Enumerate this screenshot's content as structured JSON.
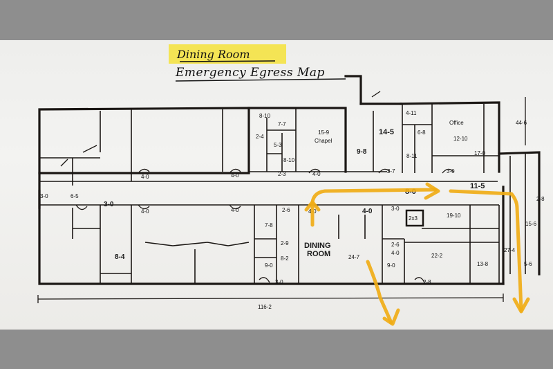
{
  "title": "Dining Room",
  "subtitle": "Emergency Egress Map",
  "room_names": {
    "chapel": "Chapel",
    "office": "Office",
    "dining_line1": "DINING",
    "dining_line2": "ROOM",
    "storage": "2x3"
  },
  "dimensions": {
    "d_8_10_top": "8-10",
    "d_7_7": "7-7",
    "d_2_4": "2-4",
    "d_5_3": "5-3",
    "d_8_10_mid": "8-10",
    "d_2_3": "2-3",
    "d_15_9": "15-9",
    "d_4_0_chapel": "4-0",
    "d_14_5": "14-5",
    "d_9_8": "9-8",
    "d_2_7": "2-7",
    "d_4_11": "4-11",
    "d_6_8": "6-8",
    "d_8_11": "8-11",
    "d_12_10": "12-10",
    "d_17_0": "17-0",
    "d_3_0_office": "3-0",
    "d_44_6": "44-6",
    "d_4_0_left": "4-0",
    "d_4_0_mid": "4-0",
    "d_3_0_left": "3-0",
    "d_6_5": "6-5",
    "d_3_0_b": "3-0",
    "d_4_0_b1": "4-0",
    "d_4_0_b2": "4-0",
    "d_2_6_a": "2-6",
    "d_4_0_hall": "4-0",
    "d_4_0_hall2": "4-0",
    "d_3_0_hall": "3-0",
    "d_8_0": "8-0",
    "d_11_5": "11-5",
    "d_19_10": "19-10",
    "d_2_8_right": "2-8",
    "d_15_6": "15-6",
    "d_8_4": "8-4",
    "d_7_8": "7-8",
    "d_2_9": "2-9",
    "d_8_2": "8-2",
    "d_9_0_a": "9-0",
    "d_24_7": "24-7",
    "d_2_6_b": "2-6",
    "d_4_0_c": "4-0",
    "d_9_0_b": "9-0",
    "d_22_2": "22-2",
    "d_13_8": "13-8",
    "d_27_4": "27-4",
    "d_5_6": "5-6",
    "d_3_0_bottom": "3-0",
    "d_2_8_bottom": "2-8",
    "overall_length": "116-2"
  },
  "colors": {
    "highlight": "#f4e23a",
    "egress_arrow": "#f0ad16",
    "wall": "#1b1714"
  }
}
